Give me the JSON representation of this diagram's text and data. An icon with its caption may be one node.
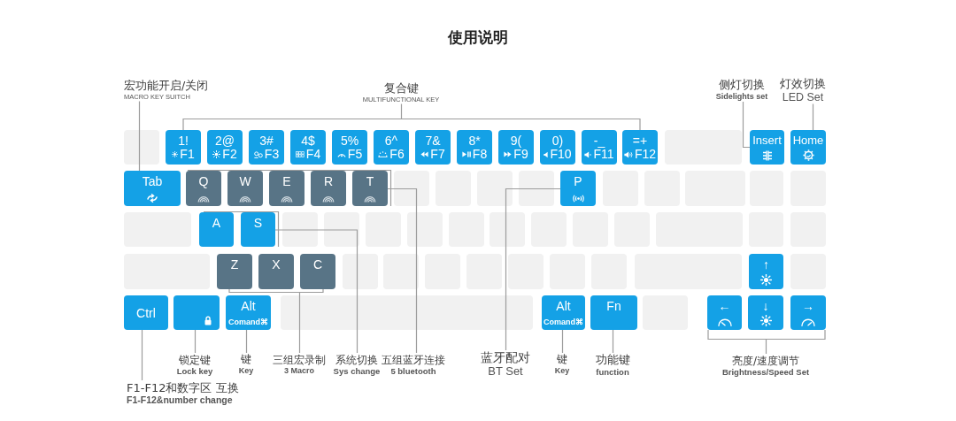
{
  "diagram": {
    "title": "使用说明",
    "nodes": [
      {
        "text": [
          "宏功能开启/关闭",
          "MACRO KEY SUITCH"
        ]
      },
      {
        "text": [
          "复合键",
          "MULTIFUNCTIONAL KEY"
        ]
      },
      {
        "text": [
          "侧灯切换",
          "Sidelights set"
        ]
      },
      {
        "text": [
          "灯效切换",
          "LED Set"
        ]
      },
      {
        "text": [
          "1!",
          "F1"
        ]
      },
      {
        "text": [
          "2@",
          "F2"
        ]
      },
      {
        "text": [
          "3#",
          "F3"
        ]
      },
      {
        "text": [
          "4$",
          "F4"
        ]
      },
      {
        "text": [
          "5%",
          "F5"
        ]
      },
      {
        "text": [
          "6^",
          "F6"
        ]
      },
      {
        "text": [
          "7&",
          "F7"
        ]
      },
      {
        "text": [
          "8*",
          "F8"
        ]
      },
      {
        "text": [
          "9(",
          "F9"
        ]
      },
      {
        "text": [
          "0)",
          "F10"
        ]
      },
      {
        "text": [
          "-_",
          "F11"
        ]
      },
      {
        "text": [
          "=+",
          "F12"
        ]
      },
      {
        "text": [
          "Insert"
        ]
      },
      {
        "text": [
          "Home"
        ]
      },
      {
        "text": [
          "Tab"
        ]
      },
      {
        "text": [
          "Q"
        ]
      },
      {
        "text": [
          "W"
        ]
      },
      {
        "text": [
          "E"
        ]
      },
      {
        "text": [
          "R"
        ]
      },
      {
        "text": [
          "T"
        ]
      },
      {
        "text": [
          "P"
        ]
      },
      {
        "text": [
          "A"
        ]
      },
      {
        "text": [
          "S"
        ]
      },
      {
        "text": [
          "Z"
        ]
      },
      {
        "text": [
          "X"
        ]
      },
      {
        "text": [
          "C"
        ]
      },
      {
        "text": [
          "↑"
        ]
      },
      {
        "text": [
          "Ctrl"
        ]
      },
      {
        "text": [],
        "shape": "box"
      },
      {
        "text": [
          "Alt",
          "Comand⌘"
        ]
      },
      {
        "text": [
          "Alt",
          "Comand⌘"
        ]
      },
      {
        "text": [
          "Fn"
        ]
      },
      {
        "text": [
          "←"
        ]
      },
      {
        "text": [
          "↓"
        ]
      },
      {
        "text": [
          "→"
        ]
      },
      {
        "text": [
          "锁定键",
          "Lock key"
        ]
      },
      {
        "text": [
          "键",
          "Key"
        ]
      },
      {
        "text": [
          "三组宏录制",
          "3 Macro"
        ]
      },
      {
        "text": [
          "系统切换",
          "Sys change"
        ]
      },
      {
        "text": [
          "五组蓝牙连接",
          "5 bluetooth"
        ]
      },
      {
        "text": [
          "蓝牙配对",
          "BT Set"
        ]
      },
      {
        "text": [
          "键",
          "Key"
        ]
      },
      {
        "text": [
          "功能键",
          "function"
        ]
      },
      {
        "text": [
          "亮度/速度调节",
          "Brightness/Speed Set"
        ]
      },
      {
        "text": [
          "F1-F12和数字区 互换",
          "F1-F12&number change"
        ]
      }
    ],
    "edges": [
      {
        "from": 0,
        "to": 18,
        "arrow": "none"
      },
      {
        "from": 1,
        "to": 4,
        "arrow": "none"
      },
      {
        "from": 1,
        "to": 15,
        "arrow": "none"
      },
      {
        "from": 2,
        "to": 16,
        "arrow": "none"
      },
      {
        "from": 3,
        "to": 17,
        "arrow": "none"
      },
      {
        "from": 43,
        "to": 19,
        "arrow": "none"
      },
      {
        "from": 43,
        "to": 20,
        "arrow": "none"
      },
      {
        "from": 43,
        "to": 21,
        "arrow": "none"
      },
      {
        "from": 43,
        "to": 22,
        "arrow": "none"
      },
      {
        "from": 43,
        "to": 23,
        "arrow": "none"
      },
      {
        "from": 42,
        "to": 25,
        "arrow": "none"
      },
      {
        "from": 42,
        "to": 26,
        "arrow": "none"
      },
      {
        "from": 44,
        "to": 24,
        "arrow": "none"
      },
      {
        "from": 41,
        "to": 27,
        "arrow": "none"
      },
      {
        "from": 41,
        "to": 28,
        "arrow": "none"
      },
      {
        "from": 41,
        "to": 29,
        "arrow": "none"
      },
      {
        "from": 39,
        "to": 32,
        "arrow": "none"
      },
      {
        "from": 40,
        "to": 33,
        "arrow": "none"
      },
      {
        "from": 45,
        "to": 34,
        "arrow": "none"
      },
      {
        "from": 46,
        "to": 35,
        "arrow": "none"
      },
      {
        "from": 47,
        "to": 36,
        "arrow": "none"
      },
      {
        "from": 47,
        "to": 37,
        "arrow": "none"
      },
      {
        "from": 47,
        "to": 38,
        "arrow": "none"
      },
      {
        "from": 48,
        "to": 31,
        "arrow": "none"
      }
    ]
  }
}
